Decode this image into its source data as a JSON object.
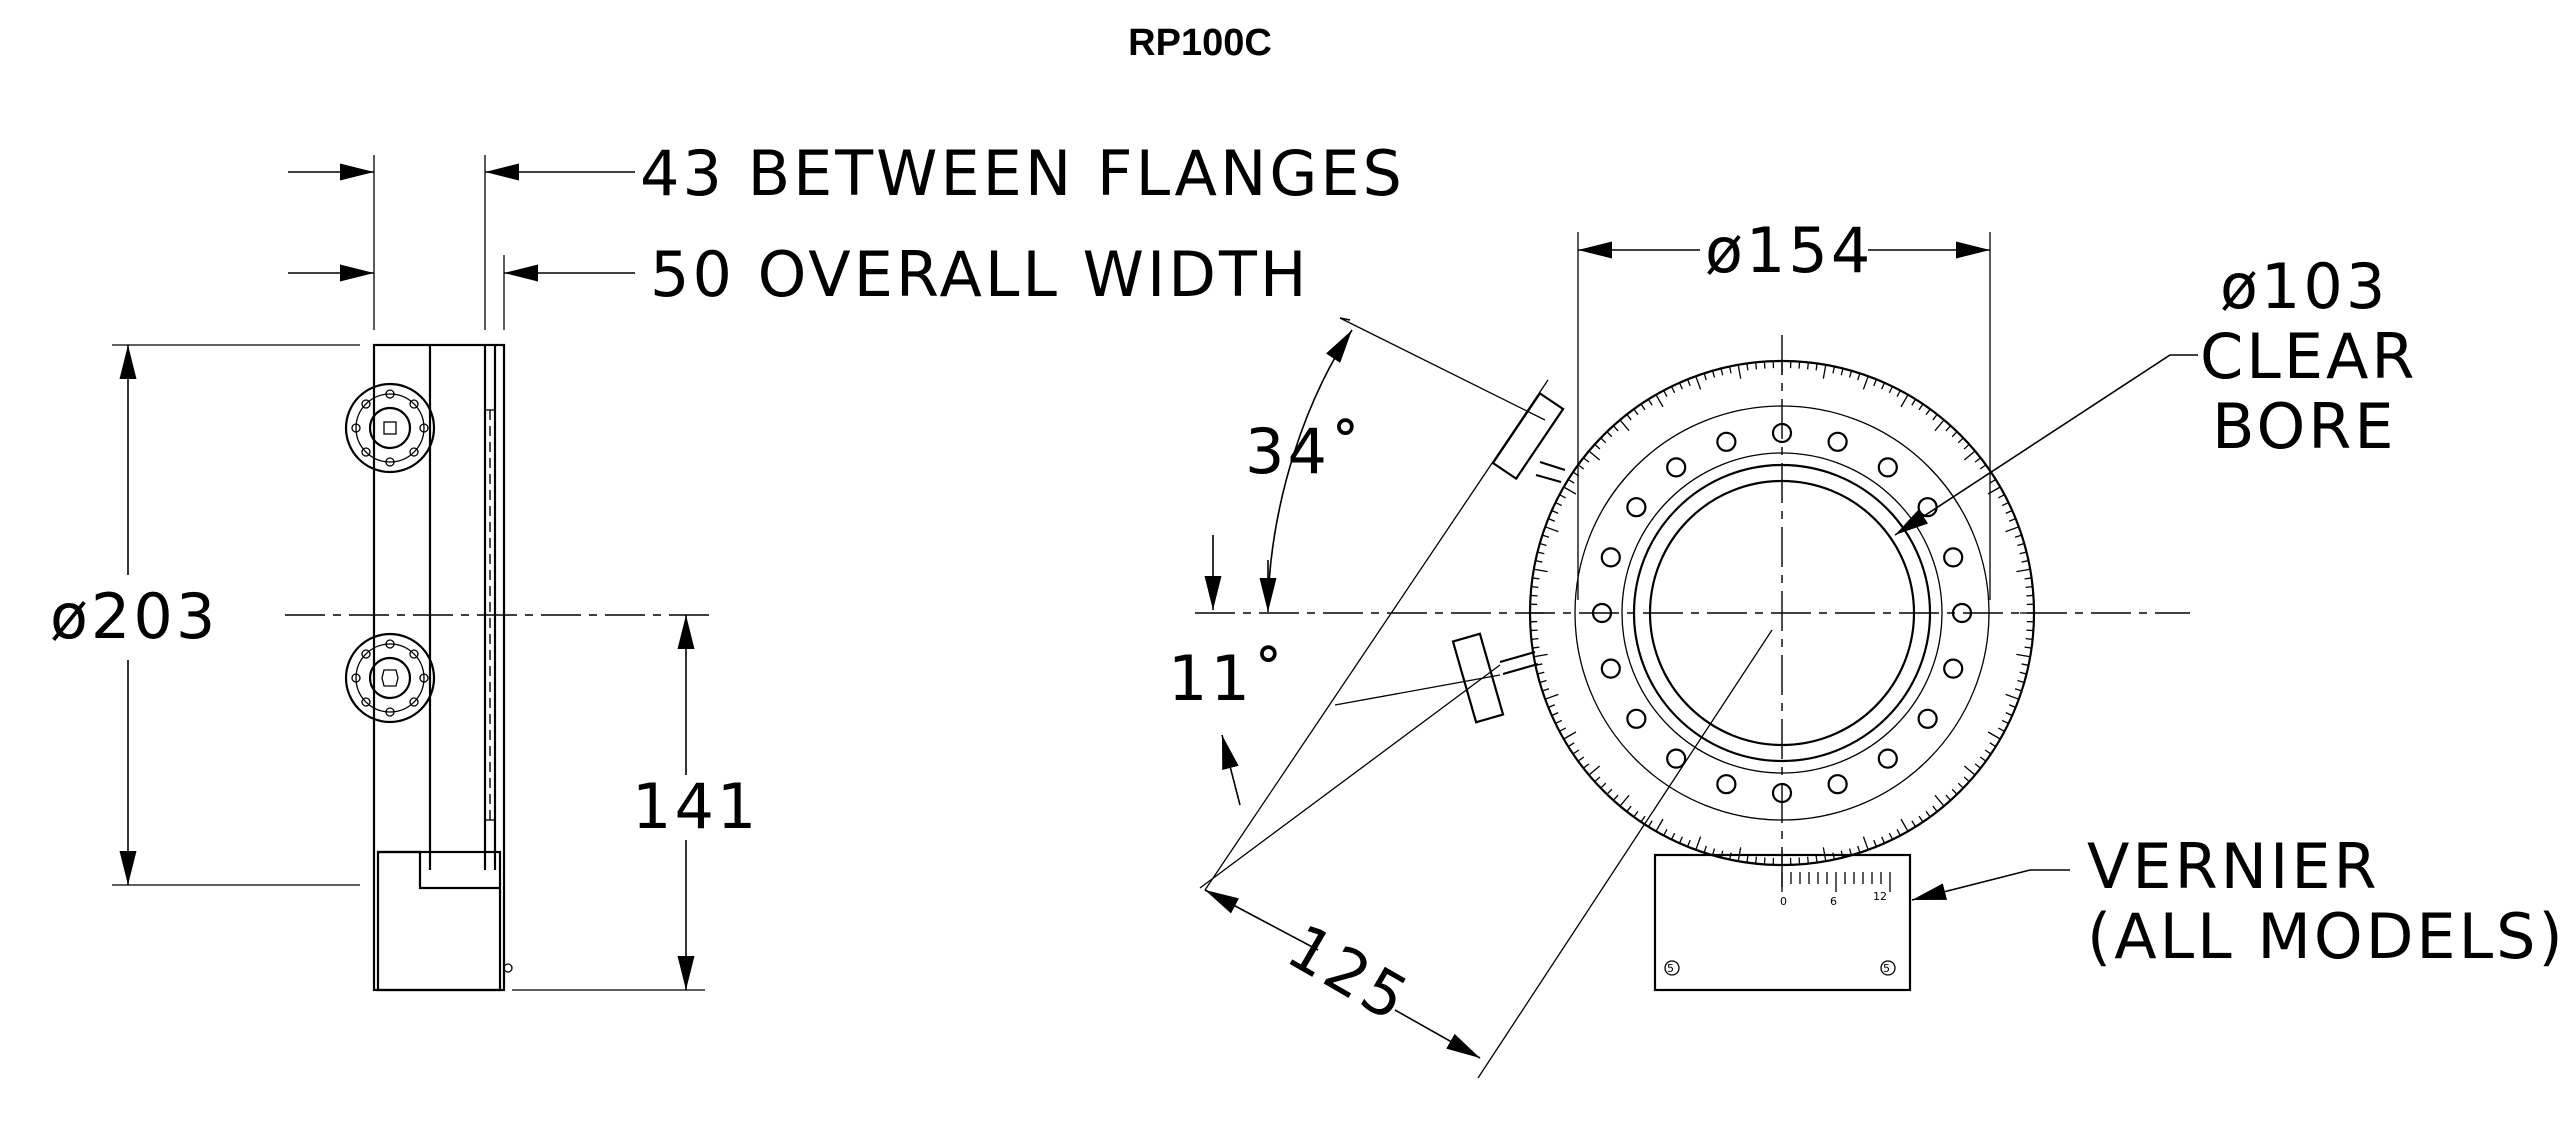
{
  "title": "RP100C",
  "side_view": {
    "between_flanges": "43 BETWEEN FLANGES",
    "overall_width": "50 OVERALL WIDTH",
    "diameter_outer": "ø203",
    "center_height": "141"
  },
  "front_view": {
    "diameter_scale": "ø154",
    "bore_line1": "ø103",
    "bore_line2": "CLEAR",
    "bore_line3": "BORE",
    "angle_upper": "34˚",
    "angle_lower": "11˚",
    "radius_handle": "125",
    "vernier_line1": "VERNIER",
    "vernier_line2": "(ALL MODELS)"
  }
}
